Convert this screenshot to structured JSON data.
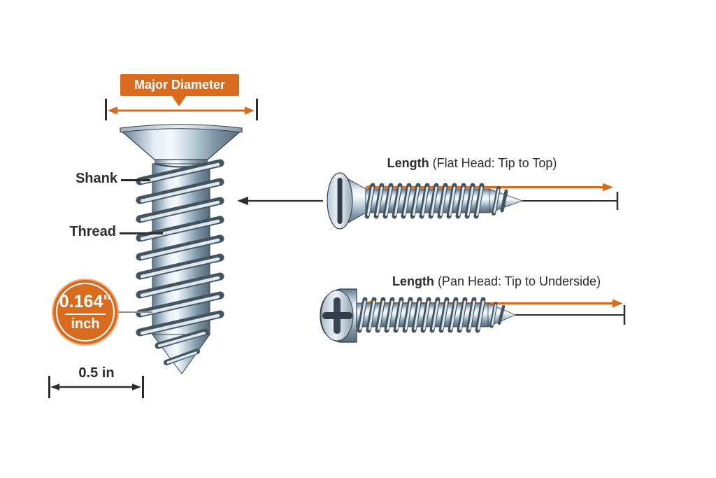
{
  "diagram": {
    "background": "#FFFFFF",
    "colors": {
      "accent": "#D96B1F",
      "ink": "#2D2D2D",
      "leader_gray": "#8F8F8F",
      "metal_light": "#F6FAFC",
      "metal_mid": "#C0D2DE",
      "metal_dark": "#55697A"
    },
    "main_screw": {
      "major_diameter_label": "Major Diameter",
      "shank_label": "Shank",
      "thread_label": "Thread",
      "diameter_badge": {
        "value": "0.164\"",
        "unit": "inch"
      },
      "scale_label": "0.5 in"
    },
    "length_rows": [
      {
        "label_bold": "Length",
        "label_rest": " (Flat Head: Tip to Top)",
        "head_type": "flat-head"
      },
      {
        "label_bold": "Length",
        "label_rest": " (Pan Head: Tip to Underside)",
        "head_type": "pan-head"
      }
    ]
  }
}
